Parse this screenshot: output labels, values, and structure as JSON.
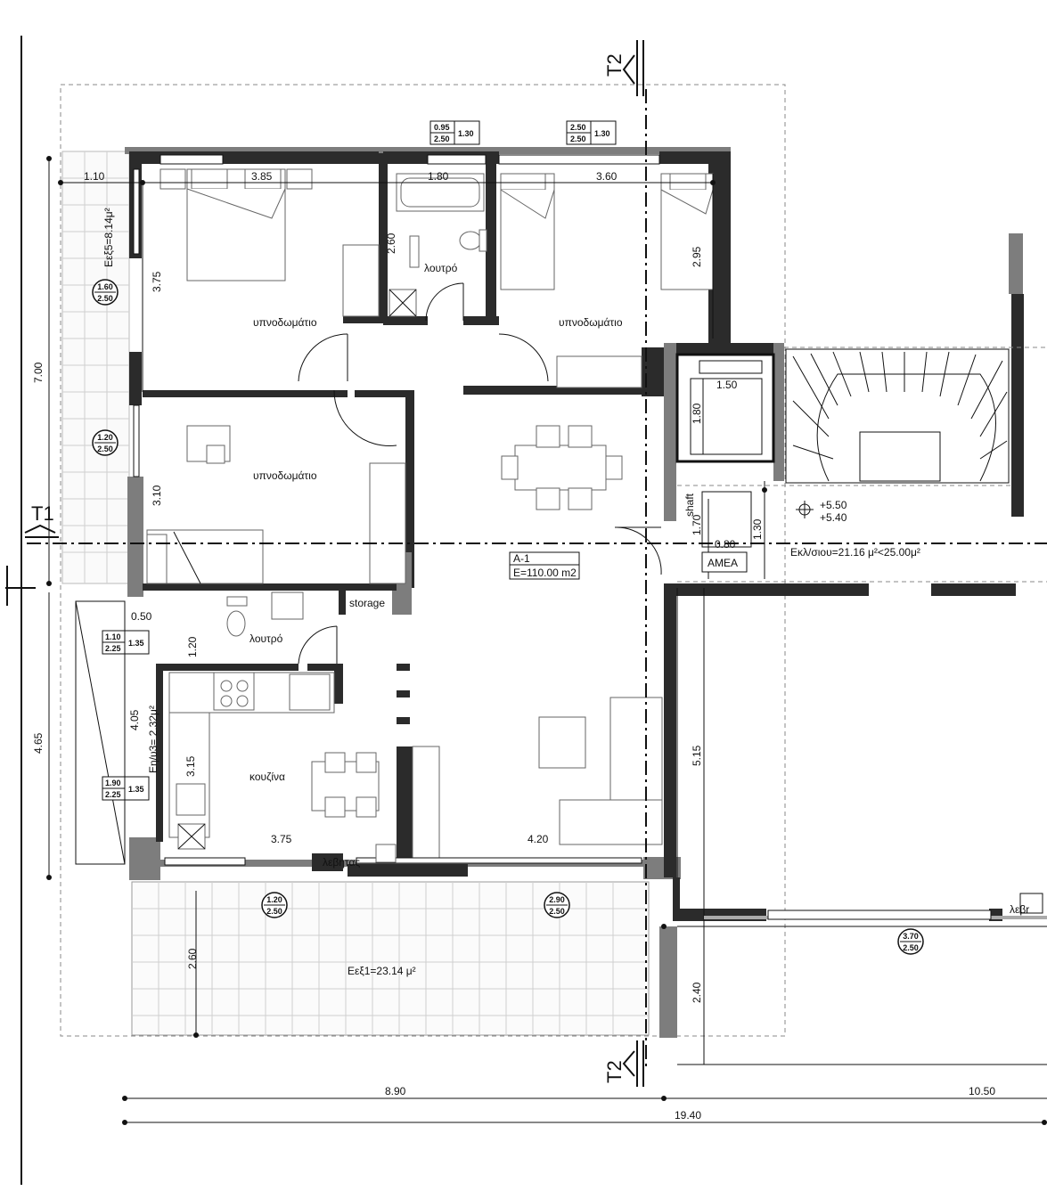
{
  "section_marks": {
    "t1": "T1",
    "t2_top": "T2",
    "t2_bottom": "T2"
  },
  "rooms": {
    "bedroom_1": "υπνοδωμάτιο",
    "bedroom_2": "υπνοδωμάτιο",
    "bedroom_3": "υπνοδωμάτιο",
    "bathroom_1": "λουτρό",
    "bathroom_2": "λουτρό",
    "kitchen": "κουζίνα",
    "storage": "storage",
    "boiler": "λεβητας",
    "shaft": "shaft",
    "accessible": "ΑΜΕΑ",
    "lift_hall": "Εκλ/σιου=21.16 μ²<25.00μ²",
    "balcony_main": "Εεξ1=23.14 μ²",
    "balcony_side": "Εεξ5=8.14μ²",
    "light_well": "Εη/υ3= 2.32μ²",
    "right_partial": "λεβr"
  },
  "apartment": {
    "id": "A-1",
    "area": "E=110.00 m2"
  },
  "levels": {
    "upper": "+5.50",
    "lower": "+5.40"
  },
  "openings": {
    "w_095": {
      "w": "0.95",
      "h": "2.50",
      "s": "1.30"
    },
    "w_250": {
      "w": "2.50",
      "h": "2.50",
      "s": "1.30"
    },
    "w_160": {
      "w": "1.60",
      "h": "2.50"
    },
    "w_120_side": {
      "w": "1.20",
      "h": "2.50"
    },
    "w_110": {
      "w": "1.10",
      "h": "2.25",
      "s": "1.35"
    },
    "w_190": {
      "w": "1.90",
      "h": "2.25",
      "s": "1.35"
    },
    "w_120_bottom": {
      "w": "1.20",
      "h": "2.50"
    },
    "w_290": {
      "w": "2.90",
      "h": "2.50"
    },
    "w_370": {
      "w": "3.70",
      "h": "2.50"
    }
  },
  "dimensions": {
    "d_110": "1.10",
    "d_385": "3.85",
    "d_180": "1.80",
    "d_360": "3.60",
    "d_260_bath": "2.60",
    "d_295": "2.95",
    "d_375_v": "3.75",
    "d_700": "7.00",
    "d_310": "3.10",
    "d_150": "1.50",
    "d_180_v": "1.80",
    "d_170": "1.70",
    "d_080": "0.80",
    "d_130": "1.30",
    "d_050": "0.50",
    "d_120": "1.20",
    "d_405": "4.05",
    "d_465": "4.65",
    "d_315": "3.15",
    "d_375_h": "3.75",
    "d_420": "4.20",
    "d_515": "5.15",
    "d_260_balc": "2.60",
    "d_240": "2.40",
    "d_890": "8.90",
    "d_1050": "10.50",
    "d_1940": "19.40"
  }
}
